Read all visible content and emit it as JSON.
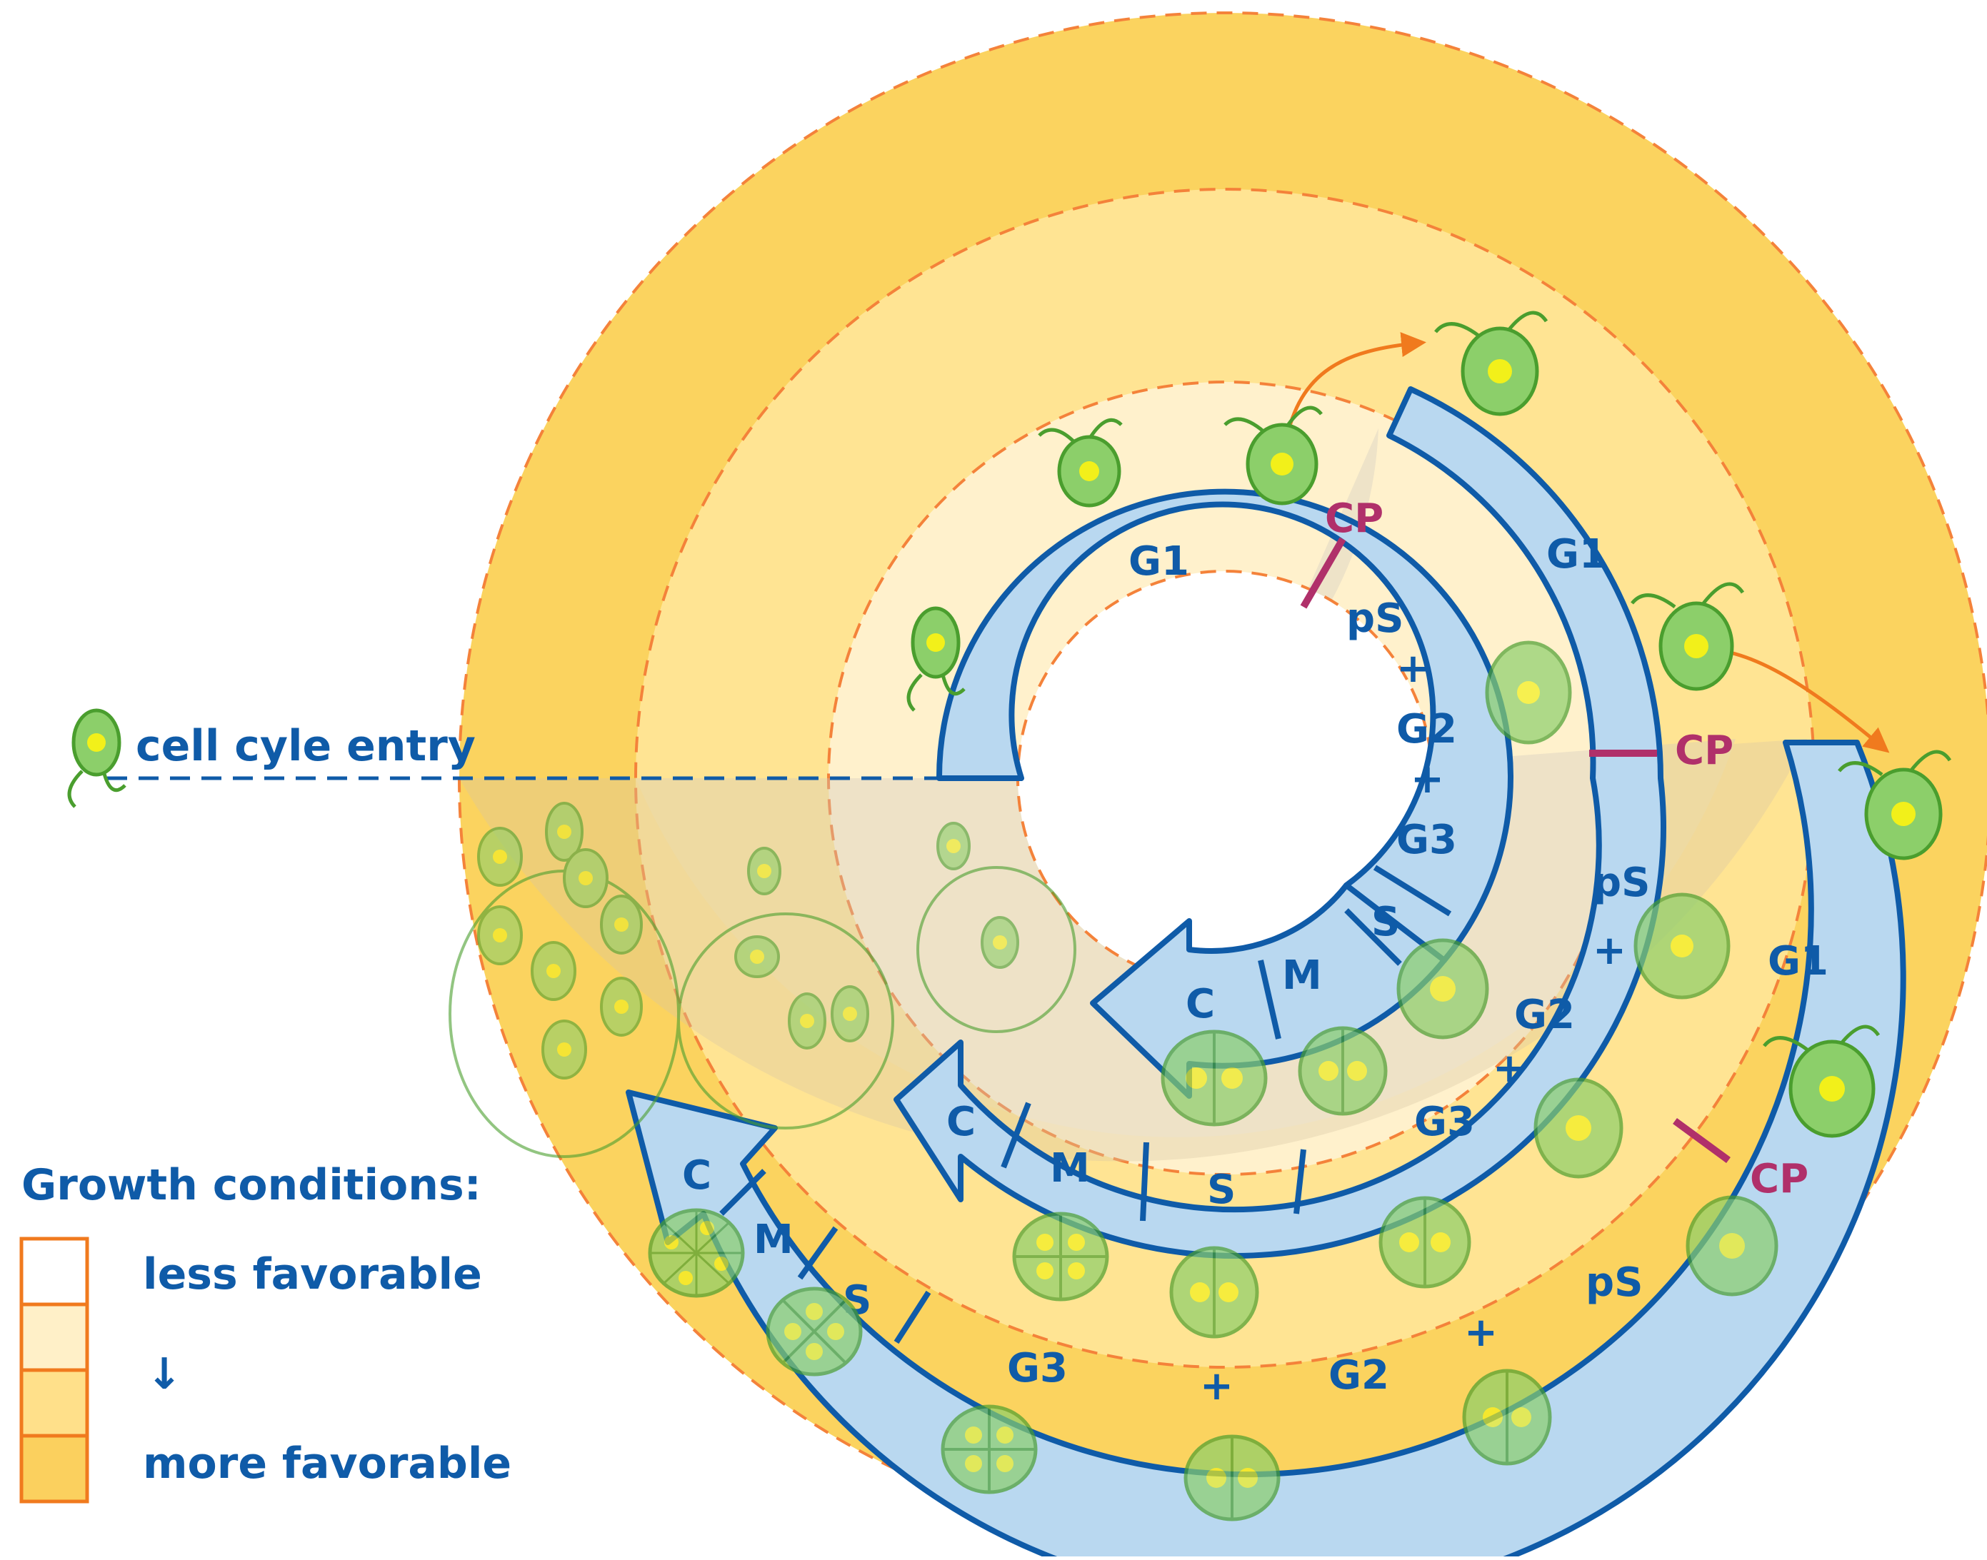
{
  "entry_label": "cell cyle entry",
  "legend": {
    "title": "Growth conditions:",
    "top_label": "less favorable",
    "arrow_glyph": "↓",
    "bottom_label": "more favorable",
    "swatch_colors": [
      "#ffffff",
      "#fff0c8",
      "#ffe08a",
      "#fbd05e"
    ]
  },
  "colors": {
    "band_less_favorable": "#ffffff",
    "band_inner": "#fff1cc",
    "band_middle": "#ffe493",
    "band_outer": "#fbd35f",
    "division_tint": "#dcd6d0",
    "ring_fill": "#b9d8f0",
    "ring_stroke": "#0f5ba8",
    "label_blue": "#0f5ba8",
    "checkpoint": "#b0306a",
    "arrow_orange": "#f07a1e",
    "dashed_orange": "#f4823a",
    "cell_green": "#8ccf6a",
    "cell_nucleus": "#f2f01a"
  },
  "cycles": [
    {
      "growth": "less favorable",
      "phases": {
        "G1": "G1",
        "CP": "CP",
        "pS": "pS",
        "plus1": "+",
        "G2": "G2",
        "plus2": "+",
        "G3": "G3",
        "S": "S",
        "M": "M",
        "C": "C"
      }
    },
    {
      "growth": "favorable",
      "phases": {
        "G1": "G1",
        "CP": "CP",
        "pS": "pS",
        "plus1": "+",
        "G2": "G2",
        "plus2": "+",
        "G3": "G3",
        "S": "S",
        "M": "M",
        "C": "C"
      }
    },
    {
      "growth": "more favorable",
      "phases": {
        "G1": "G1",
        "CP": "CP",
        "pS": "pS",
        "plus1": "+",
        "G2": "G2",
        "plus2": "+",
        "G3": "G3",
        "S": "S",
        "M": "M",
        "C": "C"
      }
    }
  ]
}
